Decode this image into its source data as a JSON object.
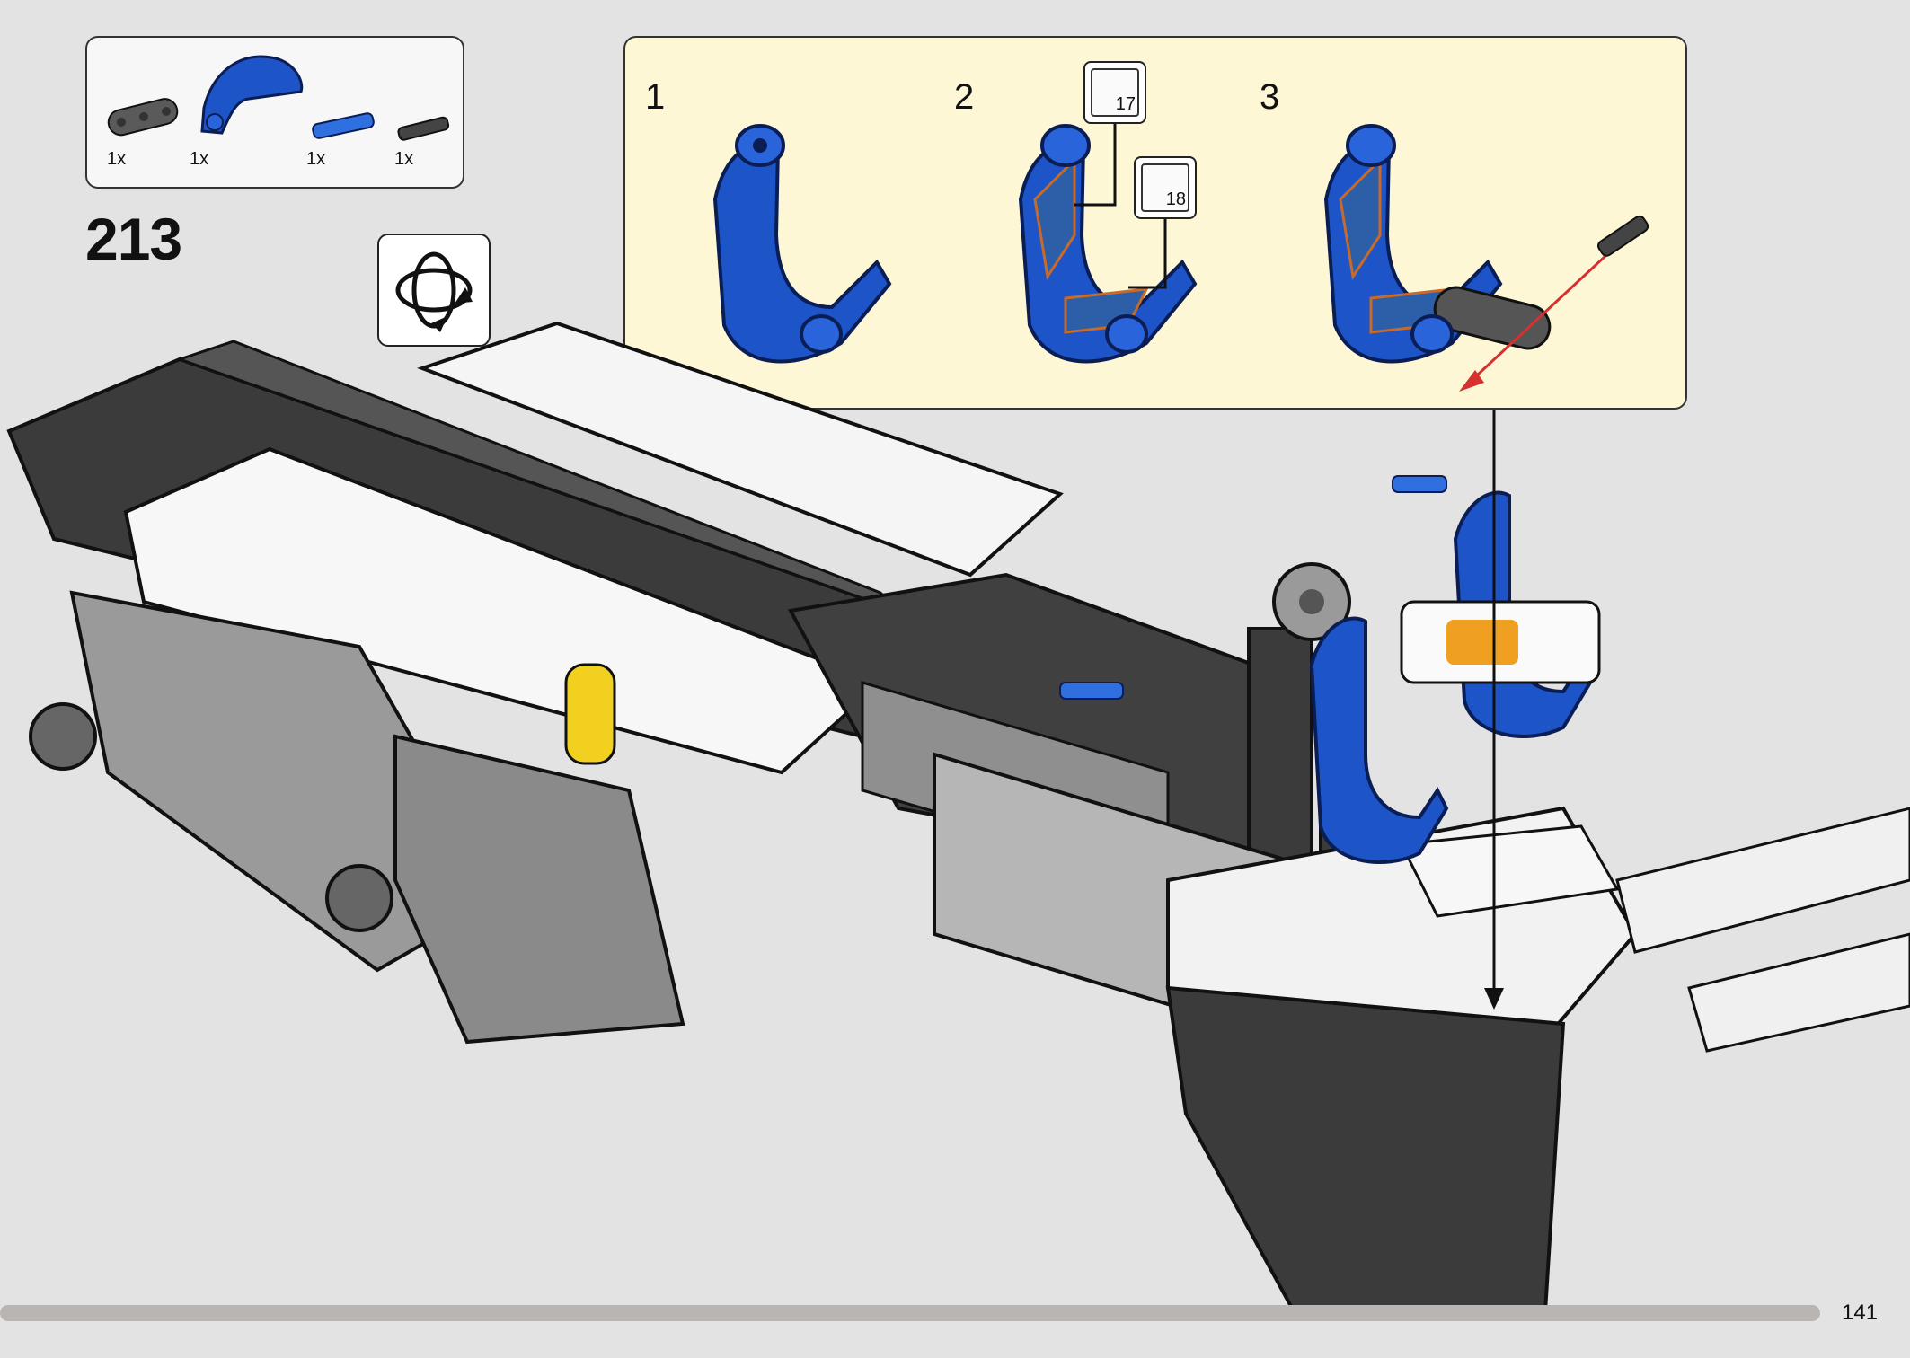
{
  "parts_list": {
    "items": [
      {
        "icon": "dark-gray-beam-3-icon",
        "qty": "1x"
      },
      {
        "icon": "blue-seat-panel-icon",
        "qty": "1x"
      },
      {
        "icon": "blue-axle-pin-icon",
        "qty": "1x"
      },
      {
        "icon": "dark-gray-pin-icon",
        "qty": "1x"
      }
    ]
  },
  "step": {
    "number": "213"
  },
  "substeps": [
    {
      "number": "1"
    },
    {
      "number": "2"
    },
    {
      "number": "3"
    }
  ],
  "stickers": [
    {
      "label": "17"
    },
    {
      "label": "18"
    }
  ],
  "page": {
    "number": "141"
  },
  "colors": {
    "background": "#e3e3e3",
    "callout": "#fdf7d6",
    "seat_blue": "#1d55c8",
    "dark_gray": "#3b3b3b",
    "light_gray": "#9a9a9a",
    "arrow_red": "#d63030",
    "progress": "#b9b5b2"
  }
}
